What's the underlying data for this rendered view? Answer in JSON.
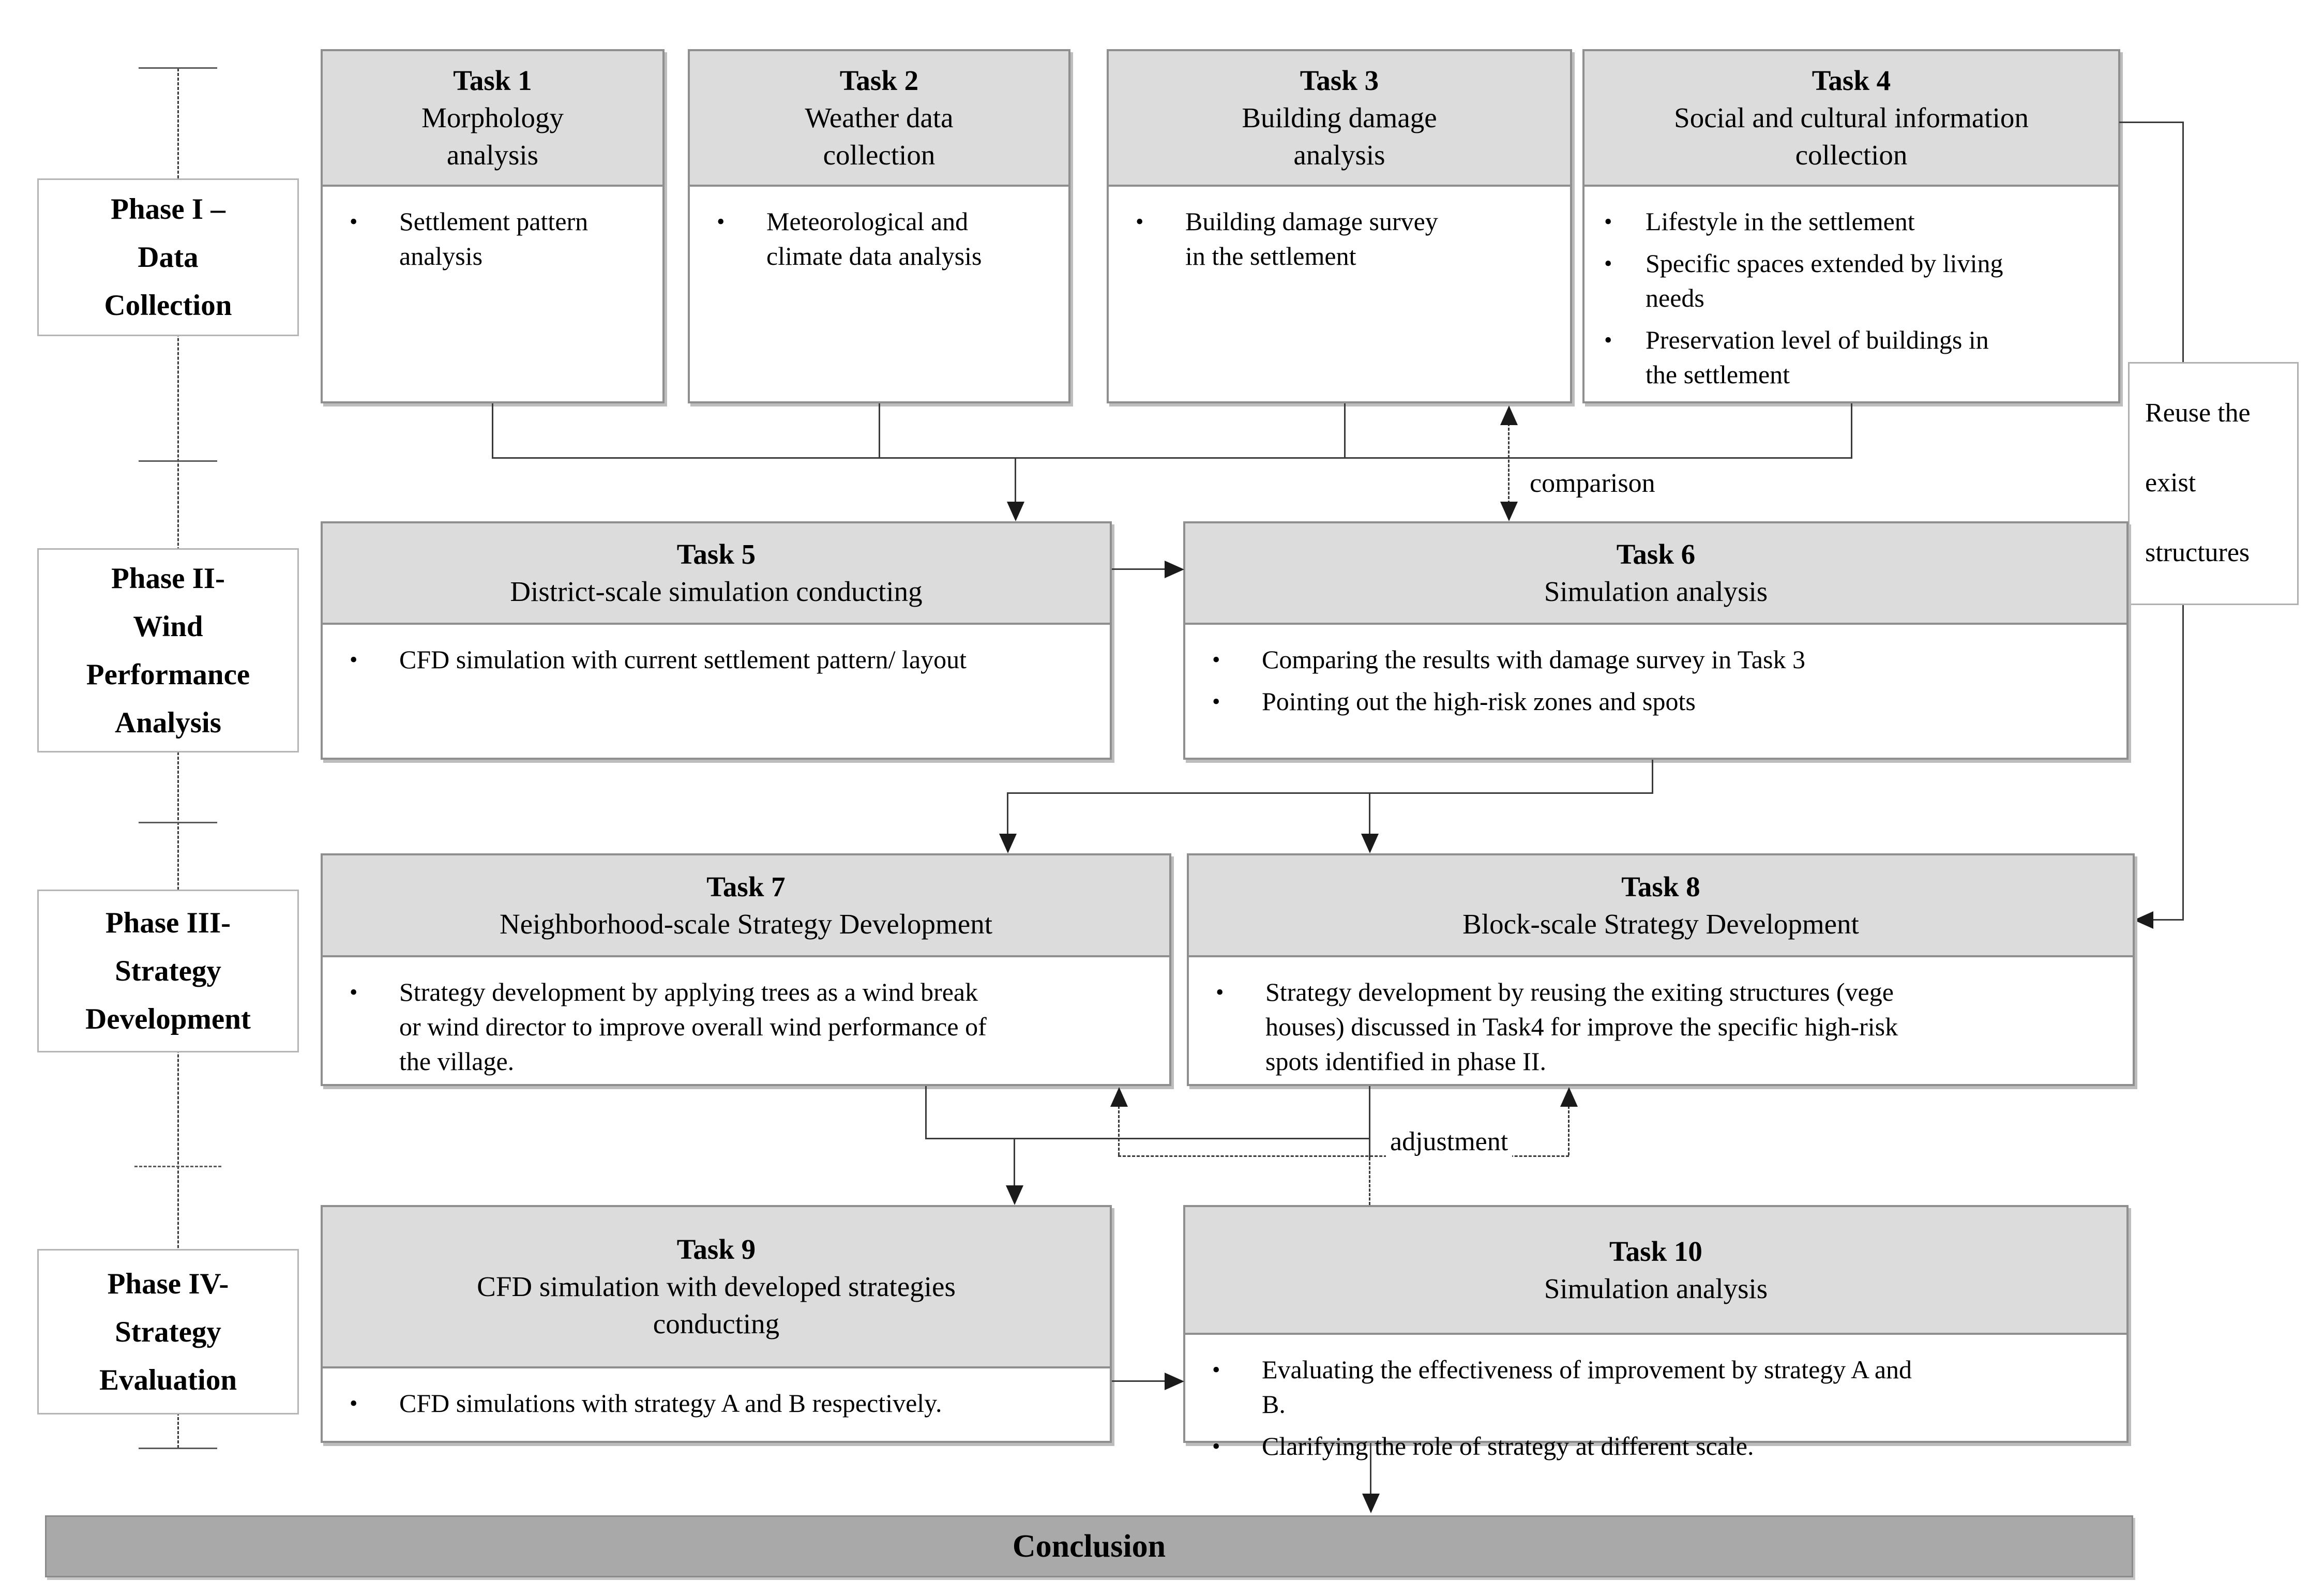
{
  "glyphs": {
    "bullet": "•"
  },
  "phases": [
    {
      "lines": [
        "Phase I –",
        "Data",
        "Collection"
      ]
    },
    {
      "lines": [
        "Phase II-",
        "Wind",
        "Performance",
        "Analysis"
      ]
    },
    {
      "lines": [
        "Phase III-",
        "Strategy",
        "Development"
      ]
    },
    {
      "lines": [
        "Phase IV-",
        "Strategy",
        "Evaluation"
      ]
    }
  ],
  "tasks": [
    {
      "number": "Task 1",
      "title_lines": [
        "Morphology",
        "analysis"
      ],
      "bullets": [
        "Settlement pattern analysis"
      ]
    },
    {
      "number": "Task 2",
      "title_lines": [
        "Weather data",
        "collection"
      ],
      "bullets": [
        "Meteorological and climate data analysis"
      ]
    },
    {
      "number": "Task 3",
      "title_lines": [
        "Building damage",
        "analysis"
      ],
      "bullets": [
        "Building damage survey in the settlement"
      ]
    },
    {
      "number": "Task 4",
      "title_lines": [
        "Social and cultural information",
        "collection"
      ],
      "bullets": [
        "Lifestyle in the settlement",
        "Specific spaces extended by living needs",
        "Preservation level of buildings in the settlement"
      ]
    },
    {
      "number": "Task 5",
      "title_lines": [
        "District-scale simulation conducting"
      ],
      "bullets": [
        "CFD simulation with current settlement pattern/ layout"
      ]
    },
    {
      "number": "Task 6",
      "title_lines": [
        "Simulation analysis"
      ],
      "bullets": [
        "Comparing the results with damage survey in Task 3",
        "Pointing out the high-risk zones and spots"
      ]
    },
    {
      "number": "Task 7",
      "title_lines": [
        "Neighborhood-scale Strategy Development"
      ],
      "bullets": [
        "Strategy development by applying trees as a wind break or wind director to improve overall wind performance of the village."
      ]
    },
    {
      "number": "Task 8",
      "title_lines": [
        "Block-scale Strategy Development"
      ],
      "bullets": [
        "Strategy development by reusing the exiting structures (vege houses) discussed in Task4 for improve the specific high-risk spots identified in phase II."
      ]
    },
    {
      "number": "Task 9",
      "title_lines": [
        "CFD simulation with developed strategies",
        "conducting"
      ],
      "bullets": [
        "CFD simulations with strategy A and B respectively."
      ]
    },
    {
      "number": "Task 10",
      "title_lines": [
        "Simulation analysis"
      ],
      "bullets": [
        "Evaluating the effectiveness of improvement by strategy A and B.",
        "Clarifying the role of strategy at different scale."
      ]
    }
  ],
  "labels": {
    "comparison": "comparison",
    "adjustment": "adjustment",
    "reuse_lines": [
      "Reuse the",
      "exist",
      "structures"
    ],
    "conclusion": "Conclusion"
  },
  "colors": {
    "task_header_bg": "#dcdcdc",
    "box_border": "#8f8f8f",
    "conclusion_bg": "#a9a9a9",
    "line": "#3a3a3a",
    "text": "#000000"
  }
}
